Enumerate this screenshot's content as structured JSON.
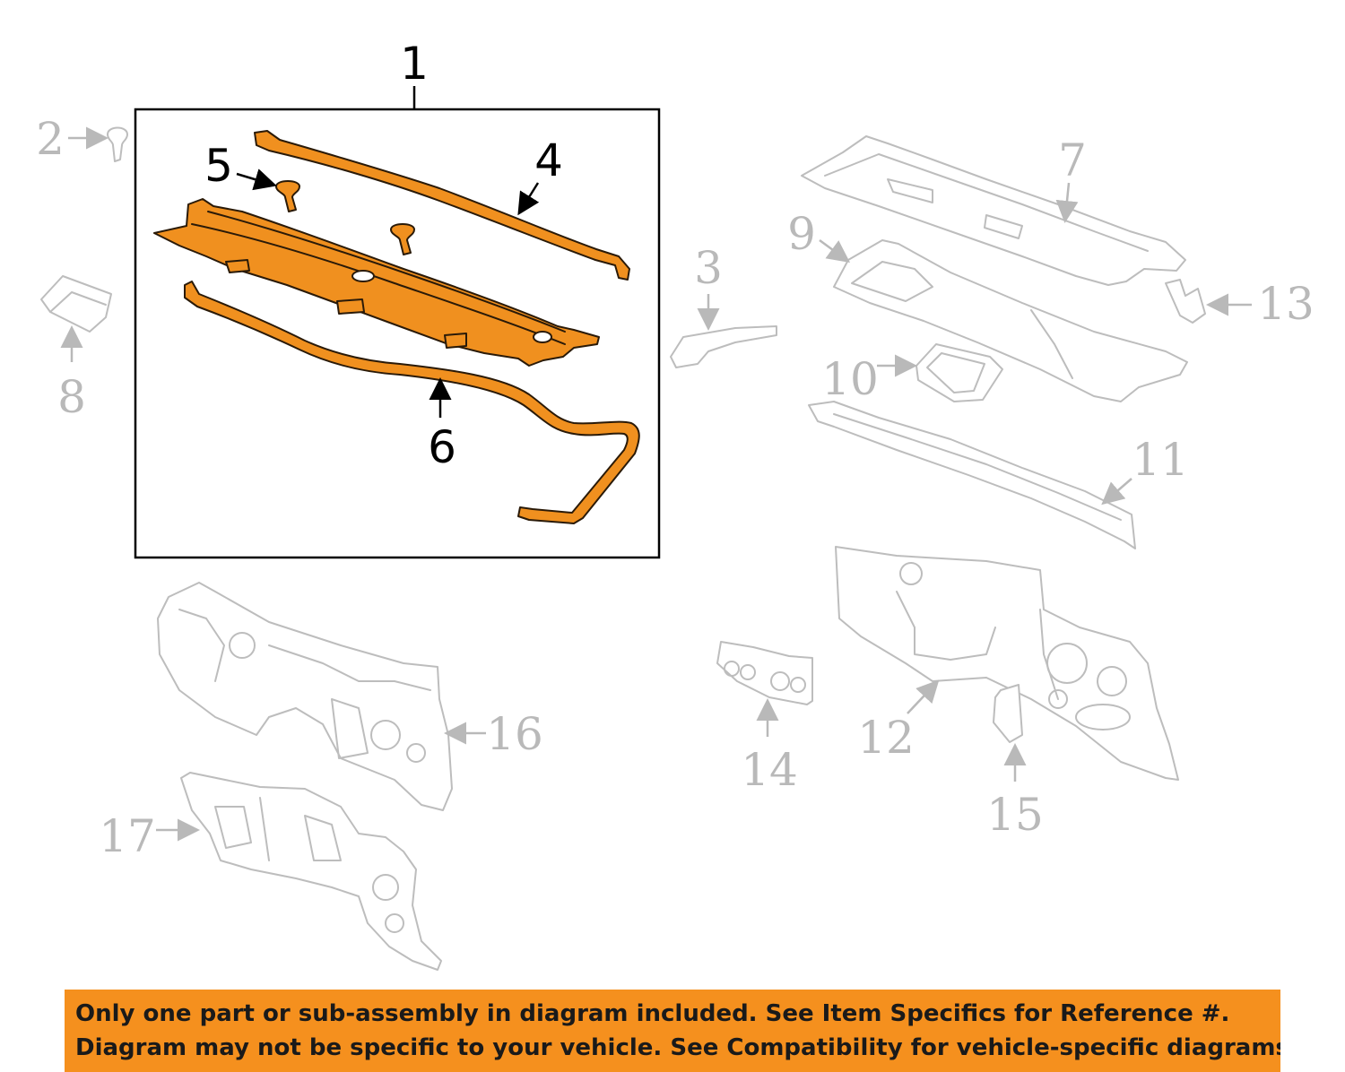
{
  "diagram": {
    "highlight_color": "#f0901f",
    "ghost_color": "#bdbdbd",
    "callouts": {
      "c1": "1",
      "c2": "2",
      "c3": "3",
      "c4": "4",
      "c5": "5",
      "c6": "6",
      "c7": "7",
      "c8": "8",
      "c9": "9",
      "c10": "10",
      "c11": "11",
      "c12": "12",
      "c13": "13",
      "c14": "14",
      "c15": "15",
      "c16": "16",
      "c17": "17"
    }
  },
  "notice": {
    "background": "#f5901e",
    "line1": "Only one part or sub-assembly in diagram included. See Item Specifics for Reference #.",
    "line2": "Diagram may not be specific to your vehicle. See Compatibility for vehicle-specific diagrams."
  }
}
